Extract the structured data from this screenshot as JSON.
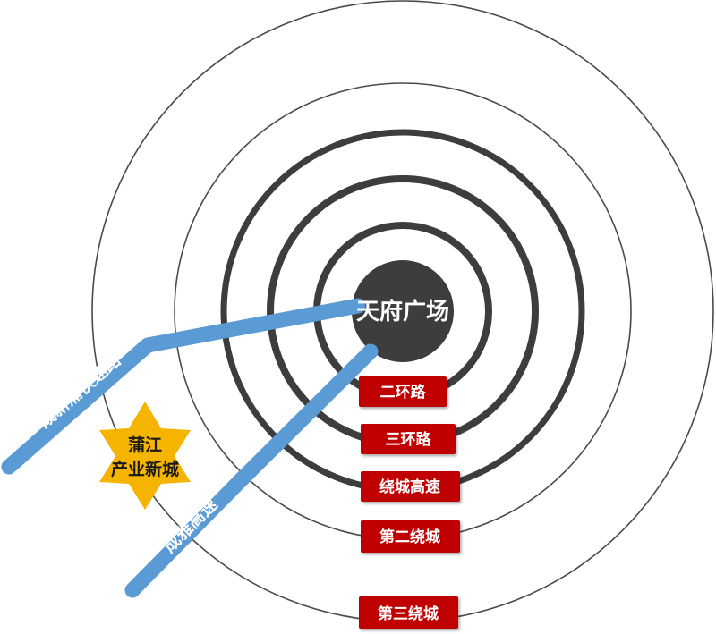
{
  "center": {
    "label": "天府广场"
  },
  "rings": [
    {
      "label": "二环路"
    },
    {
      "label": "三环路"
    },
    {
      "label": "绕城高速"
    },
    {
      "label": "第二绕城"
    },
    {
      "label": "第三绕城"
    }
  ],
  "roads": [
    {
      "label": "成新蒲快速路"
    },
    {
      "label": "成雅高速"
    }
  ],
  "star": {
    "line1": "蒲江",
    "line2": "产业新城"
  },
  "colors": {
    "center": "#3d3d3d",
    "ring_dark": "#3d3d3d",
    "ring_thin": "#4a4a4a",
    "road": "#5b9bd5",
    "label_bg": "#c00000",
    "star": "#f5b400"
  }
}
